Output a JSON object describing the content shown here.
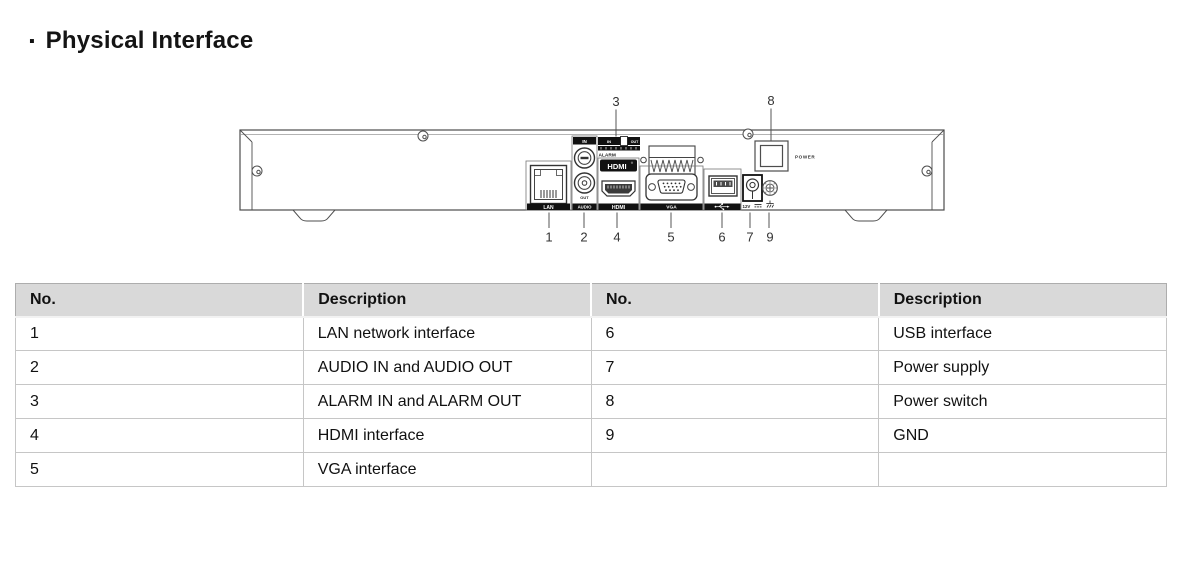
{
  "page": {
    "bullet": "▪",
    "title": "Physical Interface"
  },
  "diagram": {
    "callouts": {
      "n1": "1",
      "n2": "2",
      "n3": "3",
      "n4": "4",
      "n5": "5",
      "n6": "6",
      "n7": "7",
      "n8": "8",
      "n9": "9"
    },
    "labels": {
      "lan": "LAN",
      "audio": "AUDIO",
      "audio_in": "IN",
      "audio_out": "OUT",
      "alarm": "ALARM",
      "alarm_in": "IN",
      "alarm_out": "OUT",
      "hdmi_logo": "HDMI",
      "hdmi_reg": "®",
      "hdmi": "HDMI",
      "vga": "VGA",
      "power": "POWER",
      "dc12v": "12V"
    },
    "icons": {
      "usb_trident": "⑂",
      "earth_ground": "⏚",
      "dc_current": "⎓"
    }
  },
  "table": {
    "headers": [
      "No.",
      "Description",
      "No.",
      "Description"
    ],
    "rows": [
      [
        "1",
        "LAN network interface",
        "6",
        "USB interface"
      ],
      [
        "2",
        "AUDIO IN and AUDIO OUT",
        "7",
        "Power supply"
      ],
      [
        "3",
        "ALARM IN and ALARM OUT",
        "8",
        "Power switch"
      ],
      [
        "4",
        "HDMI interface",
        "9",
        "GND"
      ],
      [
        "5",
        "VGA interface",
        "",
        ""
      ]
    ]
  },
  "colors": {
    "header_bg": "#d9d9d9",
    "table_border": "#c6c6c6",
    "line_art": "#4d4d4d"
  }
}
